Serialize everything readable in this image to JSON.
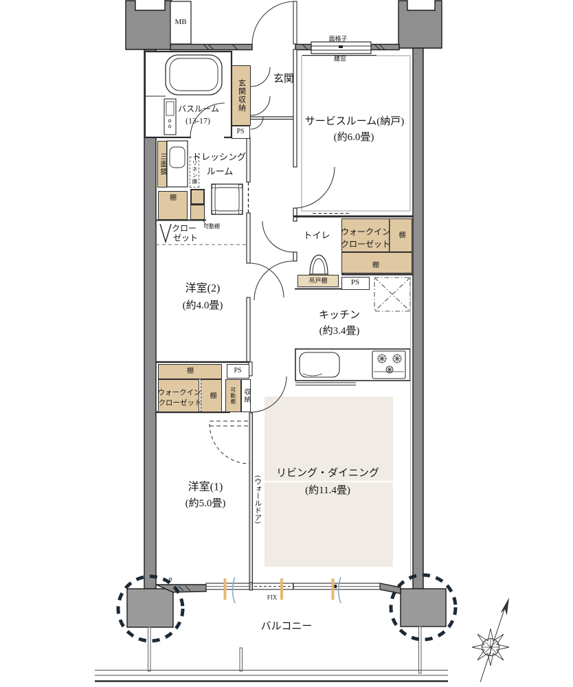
{
  "plan": {
    "mb": "MB",
    "lattice": "面格子",
    "waist_window": "腰窓",
    "entrance": "玄関",
    "entrance_storage": "玄関収納",
    "bathroom_name": "バスルーム",
    "bathroom_size": "(13-17)",
    "ps": "PS",
    "service_name": "サービスルーム(納戸)",
    "service_size": "(約6.0畳)",
    "mirror": "三面鏡",
    "linen": "リネン庫",
    "dressing_1": "ドレッシング",
    "dressing_2": "ルーム",
    "shelf": "棚",
    "movable_shelf": "可動棚",
    "closet_1": "クロー",
    "closet_2": "ゼット",
    "western2_name": "洋室(2)",
    "western2_size": "(約4.0畳)",
    "toilet": "トイレ",
    "hanging_cupboard": "吊戸棚",
    "wic_1": "ウォークイン",
    "wic_2": "クローゼット",
    "kitchen_name": "キッチン",
    "kitchen_size": "(約3.4畳)",
    "storage": "収納",
    "western1_name": "洋室(1)",
    "western1_size": "(約5.0畳)",
    "wall_door": "(ウォールドア)",
    "living_dining_name": "リビング・ダイニング",
    "living_dining_size": "(約11.4畳)",
    "fix": "FIX",
    "balcony": "バルコニー",
    "pillar_mark": "P"
  },
  "colors": {
    "wall_gray": "#8f8f8f",
    "storage_tan": "#dfc8a2",
    "ld_floor": "#f0ece5",
    "window_marker_orange": "#e7b871",
    "curtain_marker_blue": "#86a9c6",
    "pillar_circle_dash": "#1c2a38"
  }
}
